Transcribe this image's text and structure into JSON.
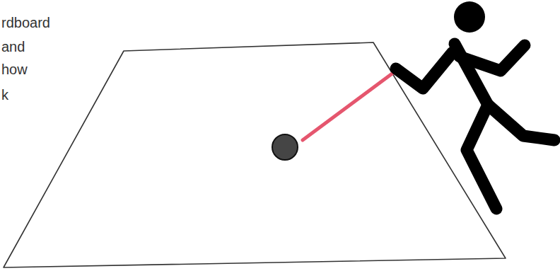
{
  "diagram": {
    "labels": [
      "rdboard",
      "and",
      "how",
      "k"
    ]
  }
}
